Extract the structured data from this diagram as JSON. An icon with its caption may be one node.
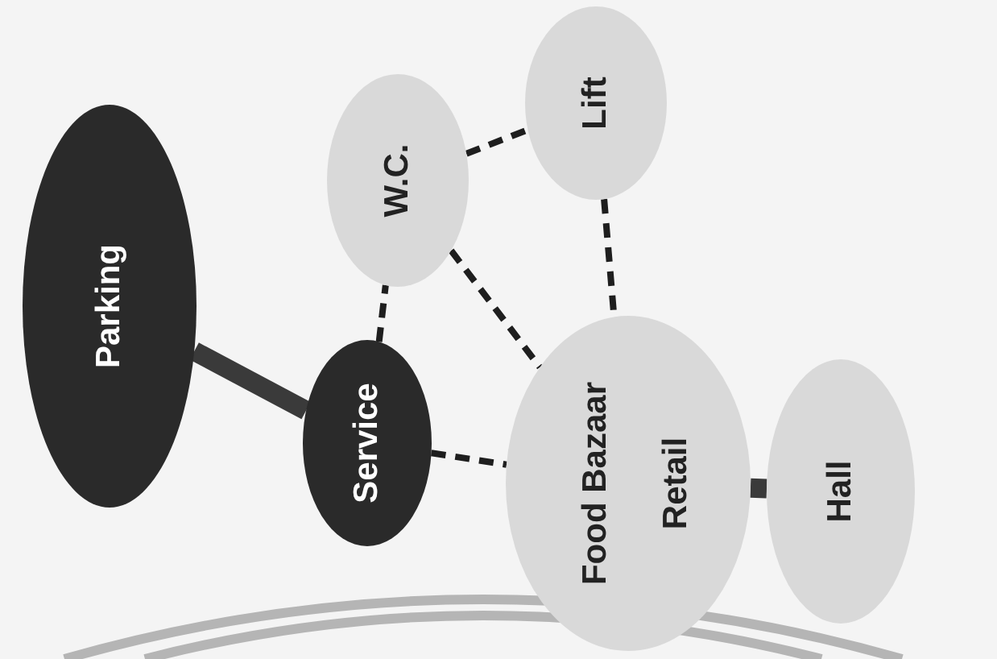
{
  "diagram": {
    "nodes": [
      {
        "text": [
          "Parking"
        ]
      },
      {
        "text": [
          "W.C."
        ]
      },
      {
        "text": [
          "Lift"
        ]
      },
      {
        "text": [
          "Service"
        ]
      },
      {
        "text": [
          "Food Bazaar",
          "Retail"
        ]
      },
      {
        "text": [
          "Hall"
        ]
      }
    ],
    "edges": [
      {
        "from": 0,
        "to": 3,
        "arrow": "none",
        "style": "thick"
      },
      {
        "from": 3,
        "to": 1,
        "arrow": "none",
        "style": "dashed"
      },
      {
        "from": 1,
        "to": 2,
        "arrow": "none",
        "style": "dashed"
      },
      {
        "from": 1,
        "to": 4,
        "arrow": "none",
        "style": "dashed"
      },
      {
        "from": 2,
        "to": 4,
        "arrow": "none",
        "style": "dashed"
      },
      {
        "from": 3,
        "to": 4,
        "arrow": "none",
        "style": "dashed"
      },
      {
        "from": 4,
        "to": 5,
        "arrow": "none",
        "style": "thick"
      }
    ]
  }
}
